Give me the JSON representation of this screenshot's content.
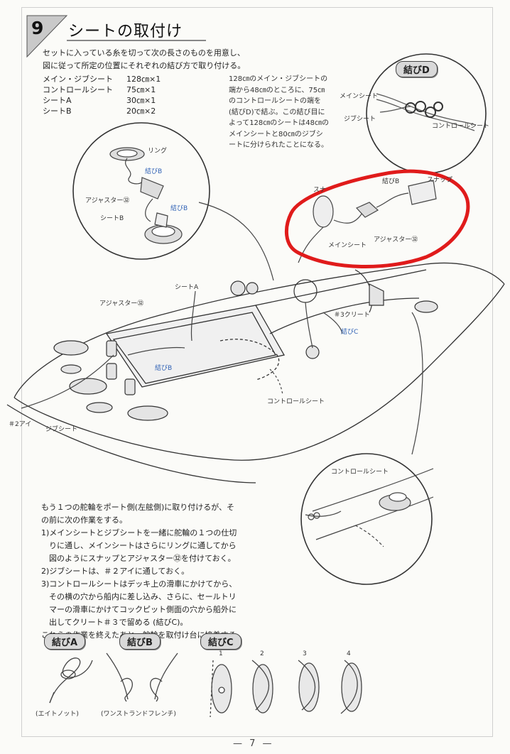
{
  "section": {
    "number": "9",
    "title": "シートの取付け"
  },
  "intro": [
    "セットに入っている糸を切って次の長さのものを用意し、",
    "図に従って所定の位置にそれぞれの結び方で取り付ける。"
  ],
  "sheets": [
    {
      "name": "メイン・ジブシート",
      "length": "128㎝×1"
    },
    {
      "name": "コントロールシート",
      "length": "75㎝×1"
    },
    {
      "name": "シートA",
      "length": "30㎝×1"
    },
    {
      "name": "シートB",
      "length": "20㎝×2"
    }
  ],
  "note_lines": [
    "128㎝のメイン・ジブシートの",
    "端から48㎝のところに、75㎝",
    "のコントロールシートの端を",
    "(結びD)で結ぶ。この結び目に",
    "よって128㎝のシートは48㎝の",
    "メインシートと80㎝のジブシ",
    "ートに分けられたことになる。"
  ],
  "knot_d": {
    "title": "結びD",
    "main_sheet": "メインシート",
    "jib_sheet": "ジブシート",
    "control_sheet": "コントロールシート"
  },
  "detail_left": {
    "ring": "リング",
    "knot_b1": "結びB",
    "adjuster": "アジャスター㉜",
    "knot_b2": "結びB",
    "sheet_b": "シートB"
  },
  "detail_top": {
    "snap_left": "スナ",
    "knot_b": "結びB",
    "snap": "スナップ",
    "adjuster": "アジャスター㉜",
    "main_sheet": "メインシート"
  },
  "boat_labels": {
    "sheet_a": "シートA",
    "adjuster": "アジャスター㉜",
    "cleat3": "＃3クリート",
    "knot_c": "結びC",
    "knot_b": "結びB",
    "control_sheet": "コントロールシート",
    "eye2": "＃2アイ",
    "jib_sheet": "ジブシート"
  },
  "detail_bottom": {
    "control_sheet": "コントロールシート"
  },
  "instructions": [
    "もう１つの舵輪をポート側(左舷側)に取り付けるが、そ",
    "の前に次の作業をする。",
    "1)メインシートとジブシートを一緒に舵輪の１つの仕切",
    "　りに通し、メインシートはさらにリングに通してから",
    "　図のようにスナップとアジャスター㉜を付けておく。",
    "2)ジブシートは、＃２アイに通しておく。",
    "3)コントロールシートはデッキ上の滑車にかけてから、",
    "　その横の穴から船内に差し込み、さらに、セールトリ",
    "　マーの滑車にかけてコックピット側面の穴から船外に",
    "　出してクリート＃３で留める (結びC)。",
    "これらの作業を終えたあと、舵輪を取付け台に接着する。"
  ],
  "knots": {
    "a": {
      "title": "結びA",
      "caption": "(エイトノット)"
    },
    "b": {
      "title": "結びB",
      "caption": "(ワンストランドフレンチ)"
    },
    "c": {
      "title": "結びC",
      "steps": [
        "1",
        "2",
        "3",
        "4"
      ]
    }
  },
  "page_number": "— 7 —",
  "colors": {
    "highlight_red": "#e01b1b",
    "label_blue": "#2f61b5",
    "section_gray": "#b9b9b9"
  }
}
